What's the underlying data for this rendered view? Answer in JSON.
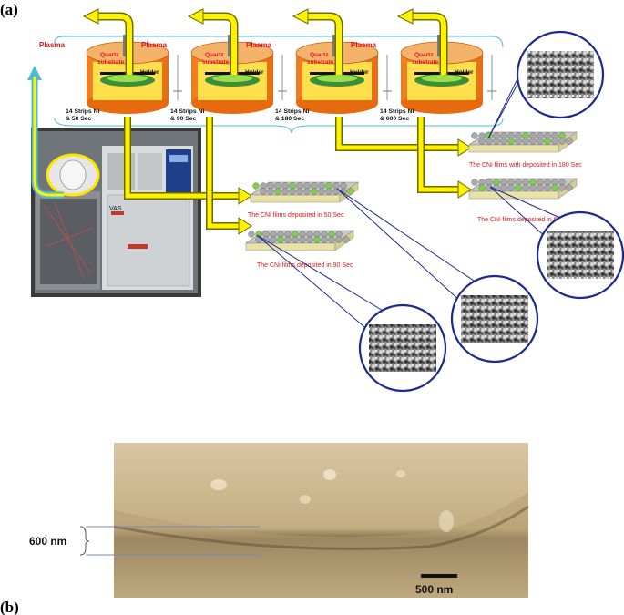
{
  "panels": {
    "a": "(a)",
    "b": "(b)"
  },
  "plasma_label": "Plasma",
  "quartz_label": "Quartz substrate",
  "holder_label": "Holder",
  "chambers": [
    {
      "line1": "14 Strips Ni",
      "line2": "& 50 Sec"
    },
    {
      "line1": "14 Strips Ni",
      "line2": "& 90 Sec"
    },
    {
      "line1": "14 Strips Ni",
      "line2": "& 180 Sec"
    },
    {
      "line1": "14 Strips Ni",
      "line2": "& 600 Sec"
    }
  ],
  "films": [
    {
      "caption": "The CNi films deposited in 50 Sec"
    },
    {
      "caption": "The CNi films deposited in 90 Sec"
    },
    {
      "caption": "The CNi films with deposited in 180 Sec"
    },
    {
      "caption": "The CNi films deposited in 600 Sec"
    }
  ],
  "equipment": {
    "panel_label": "VAS"
  },
  "sem_b": {
    "thickness_label": "600 nm",
    "scalebar_label": "500 nm"
  },
  "colors": {
    "arrow_fill": "#fff200",
    "arrow_stroke": "#6b6b00",
    "plasma_blue": "#4bbcd6",
    "circle": "#1b2a8f",
    "label_red": "#e0161b",
    "chamber_orange": "#f07a1e"
  }
}
